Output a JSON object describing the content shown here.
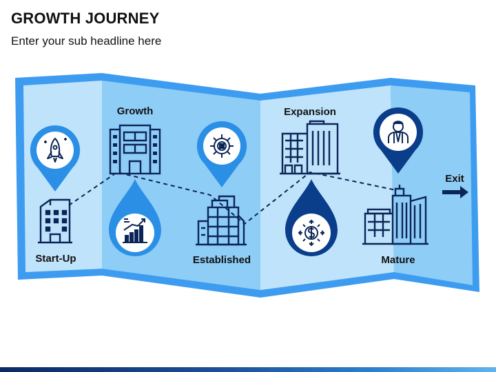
{
  "header": {
    "title": "GROWTH JOURNEY",
    "subtitle": "Enter your sub headline here"
  },
  "stages": {
    "startup": "Start-Up",
    "growth": "Growth",
    "established": "Established",
    "expansion": "Expansion",
    "mature": "Mature",
    "exit": "Exit"
  },
  "colors": {
    "map_border": "#3e9cf0",
    "panel_light": "#bfe3fb",
    "panel_mid": "#8ecdf6",
    "pin_light": "#2b8fe6",
    "pin_dark": "#0a3d8a",
    "icon_stroke": "#0b2557"
  },
  "icons": [
    "rocket-icon",
    "growth-chart-icon",
    "gear-icon",
    "dollar-arrows-icon",
    "businessman-icon",
    "office-building-icon",
    "skyscraper-icon",
    "city-buildings-icon"
  ]
}
